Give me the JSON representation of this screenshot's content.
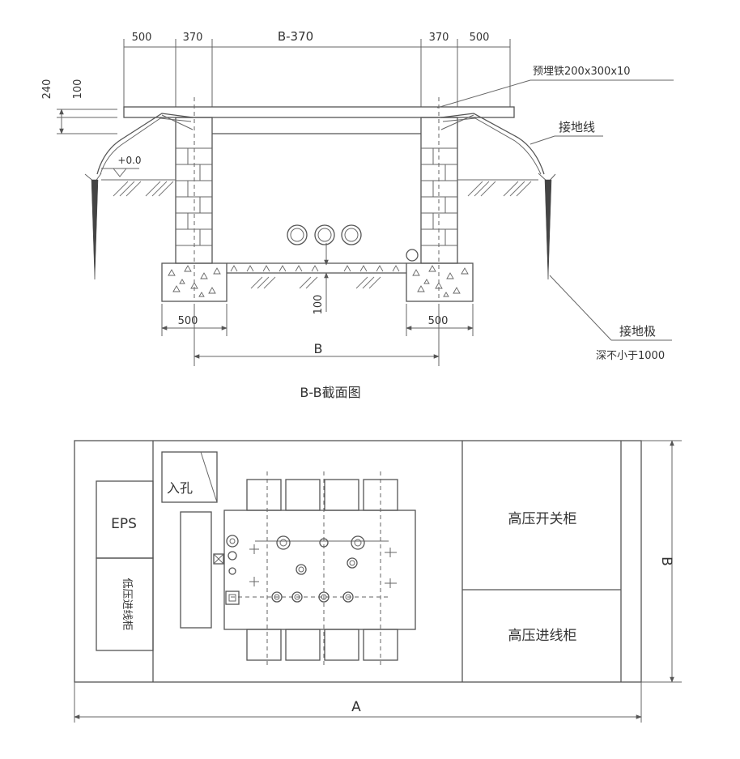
{
  "section": {
    "title": "B-B截面图",
    "top_dims": [
      "500",
      "370",
      "B-370",
      "370",
      "500"
    ],
    "left_dims": [
      "240",
      "100"
    ],
    "level_mark": "+0.0",
    "embedded_iron": "预埋铁200x300x10",
    "ground_wire": "接地线",
    "ground_rod": "接地极",
    "ground_rod_note": "深不小于1000",
    "base_dim_left": "500",
    "base_dim_right": "500",
    "floor_dim": "100",
    "width_dim": "B"
  },
  "plan": {
    "manhole": "入孔",
    "eps": "EPS",
    "lv_cabinet": "低压进线柜",
    "hv_switch_cabinet": "高压开关柜",
    "hv_incoming_cabinet": "高压进线柜",
    "dim_a": "A",
    "dim_b": "B"
  },
  "colors": {
    "line": "#555555",
    "text": "#333333",
    "background": "#ffffff"
  }
}
